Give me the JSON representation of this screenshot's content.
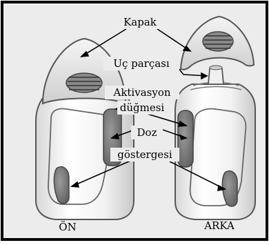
{
  "labels": {
    "cap": "Kapak",
    "tip": "Uç parçası",
    "activation_line1": "Aktivasyon",
    "activation_line2": "düğmesi",
    "dose_line1": "Doz",
    "dose_line2": "göstergesi",
    "front": "ÖN",
    "back": "ARKA"
  },
  "colors": {
    "background": "#ececec",
    "border": "#000000",
    "body_fill": "#f7f7f7",
    "body_stroke": "#555555",
    "dark_window": "#777777",
    "cap_fill": "#e2e2e2"
  }
}
